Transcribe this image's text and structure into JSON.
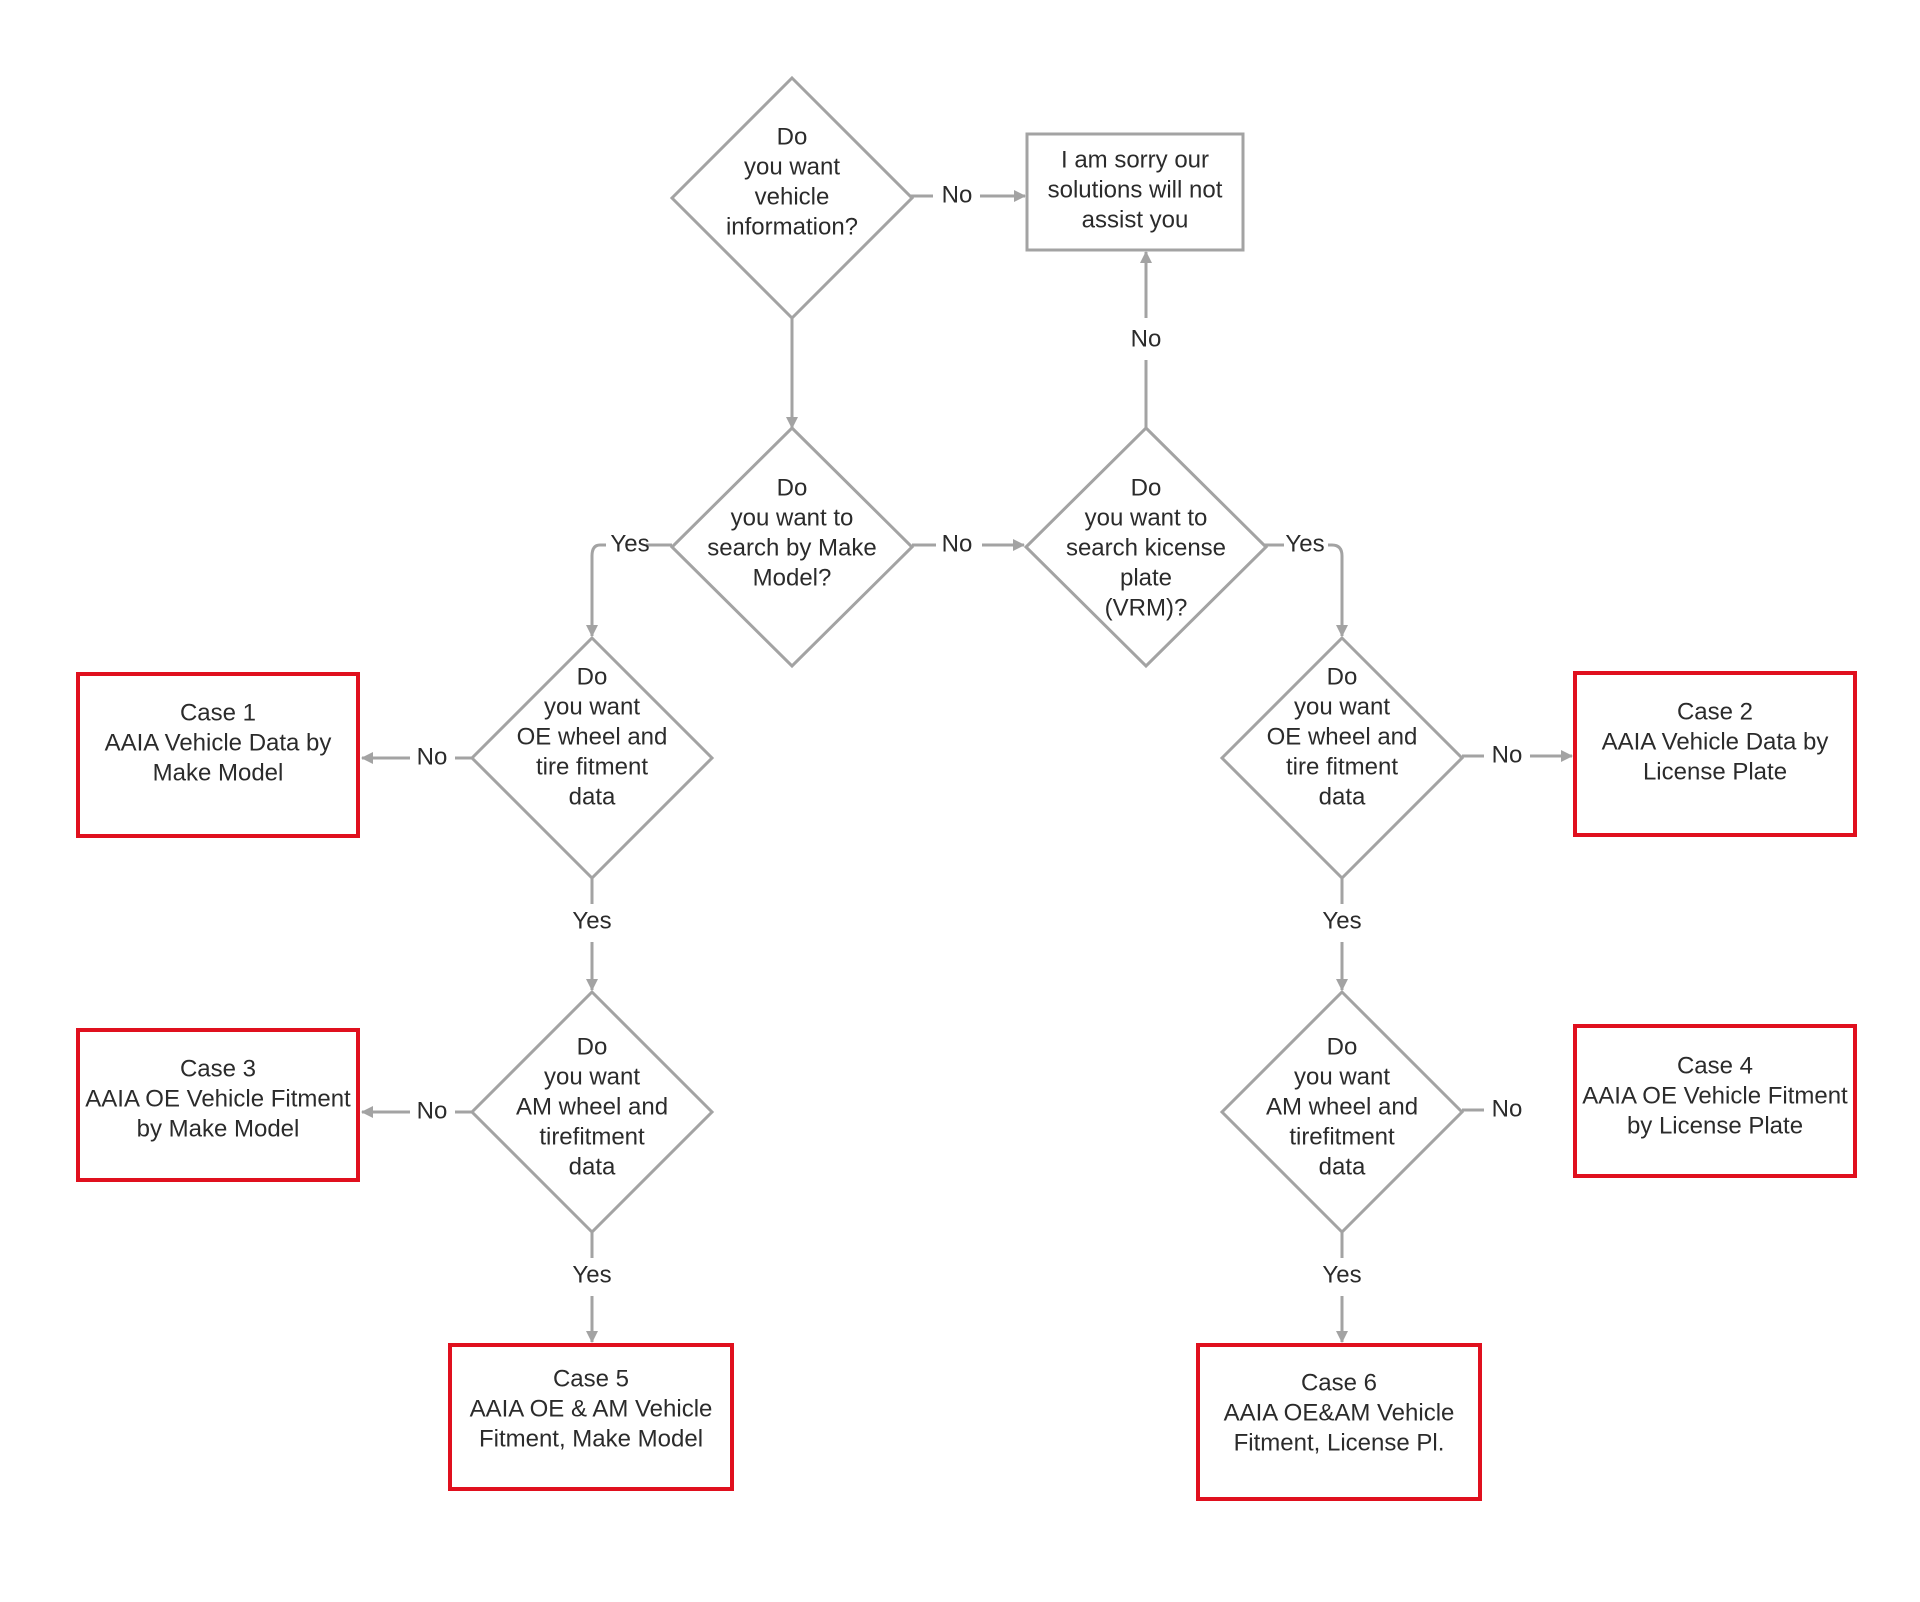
{
  "colors": {
    "line": "#a3a3a3",
    "case_border": "#e0101e",
    "text": "#2b2b2b",
    "background": "#ffffff"
  },
  "nodes": {
    "q_vehicle_info": {
      "lines": [
        "Do",
        "you want",
        "vehicle",
        "information?"
      ]
    },
    "sorry": {
      "lines": [
        "I am sorry our",
        "solutions will not",
        "assist you"
      ]
    },
    "q_make_model": {
      "lines": [
        "Do",
        "you want to",
        "search by Make",
        "Model?"
      ]
    },
    "q_license": {
      "lines": [
        "Do",
        "you want to",
        "search kicense",
        "plate",
        "(VRM)?"
      ]
    },
    "q_oe_left": {
      "lines": [
        "Do",
        "you want",
        "OE wheel and",
        "tire fitment",
        "data"
      ]
    },
    "q_oe_right": {
      "lines": [
        "Do",
        "you want",
        "OE wheel and",
        "tire fitment",
        "data"
      ]
    },
    "q_am_left": {
      "lines": [
        "Do",
        "you want",
        "AM wheel and",
        "tirefitment",
        "data"
      ]
    },
    "q_am_right": {
      "lines": [
        "Do",
        "you want",
        "AM wheel and",
        "tirefitment",
        "data"
      ]
    },
    "case1": {
      "lines": [
        "Case 1",
        "AAIA Vehicle Data by",
        "Make Model"
      ]
    },
    "case2": {
      "lines": [
        "Case 2",
        "AAIA Vehicle Data by",
        "License Plate"
      ]
    },
    "case3": {
      "lines": [
        "Case 3",
        "AAIA OE Vehicle Fitment",
        "by Make Model"
      ]
    },
    "case4": {
      "lines": [
        "Case 4",
        "AAIA OE Vehicle Fitment",
        "by License Plate"
      ]
    },
    "case5": {
      "lines": [
        "Case 5",
        "AAIA OE & AM Vehicle",
        "Fitment, Make Model"
      ]
    },
    "case6": {
      "lines": [
        "Case 6",
        "AAIA OE&AM Vehicle",
        "Fitment, License Pl."
      ]
    }
  },
  "edges": {
    "vehicle_no": "No",
    "license_no": "No",
    "make_yes": "Yes",
    "make_no": "No",
    "license_yes": "Yes",
    "oe_left_no": "No",
    "oe_left_yes": "Yes",
    "oe_right_no": "No",
    "oe_right_yes": "Yes",
    "am_left_no": "No",
    "am_left_yes": "Yes",
    "am_right_no": "No",
    "am_right_yes": "Yes"
  }
}
